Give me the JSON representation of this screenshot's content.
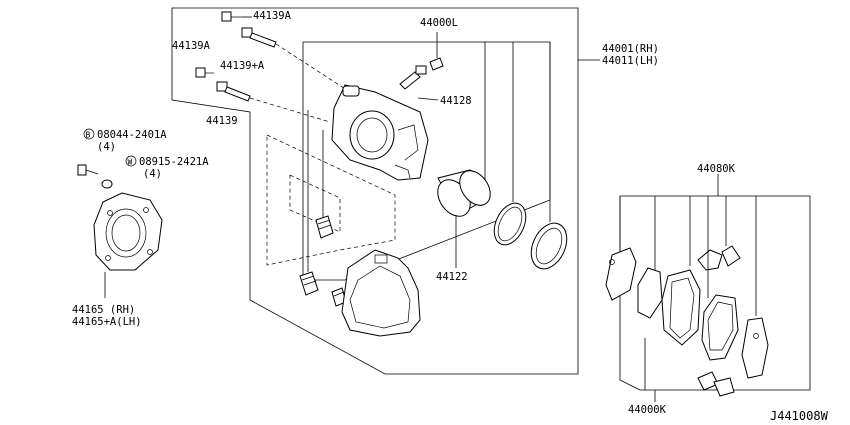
{
  "labels": {
    "bolt_upper": "44139A",
    "caliper_assy_l": "44000L",
    "caliper_rh": "44001(RH)",
    "caliper_lh": "44011(LH)",
    "bolt_left": "44139A",
    "pin_upper": "44139+A",
    "bleeder": "44128",
    "pin_lower": "44139",
    "bolt_b": "08044-2401A",
    "bolt_b_qty": "(4)",
    "washer_w": "08915-2421A",
    "washer_w_qty": "(4)",
    "bolt_b_marker": "B",
    "washer_w_marker": "W",
    "pad_kit_top": "44080K",
    "piston": "44122",
    "baffle_rh": "44165  (RH)",
    "baffle_lh": "44165+A(LH)",
    "pad_kit_bottom": "44000K",
    "drawing_id": "J441008W"
  }
}
